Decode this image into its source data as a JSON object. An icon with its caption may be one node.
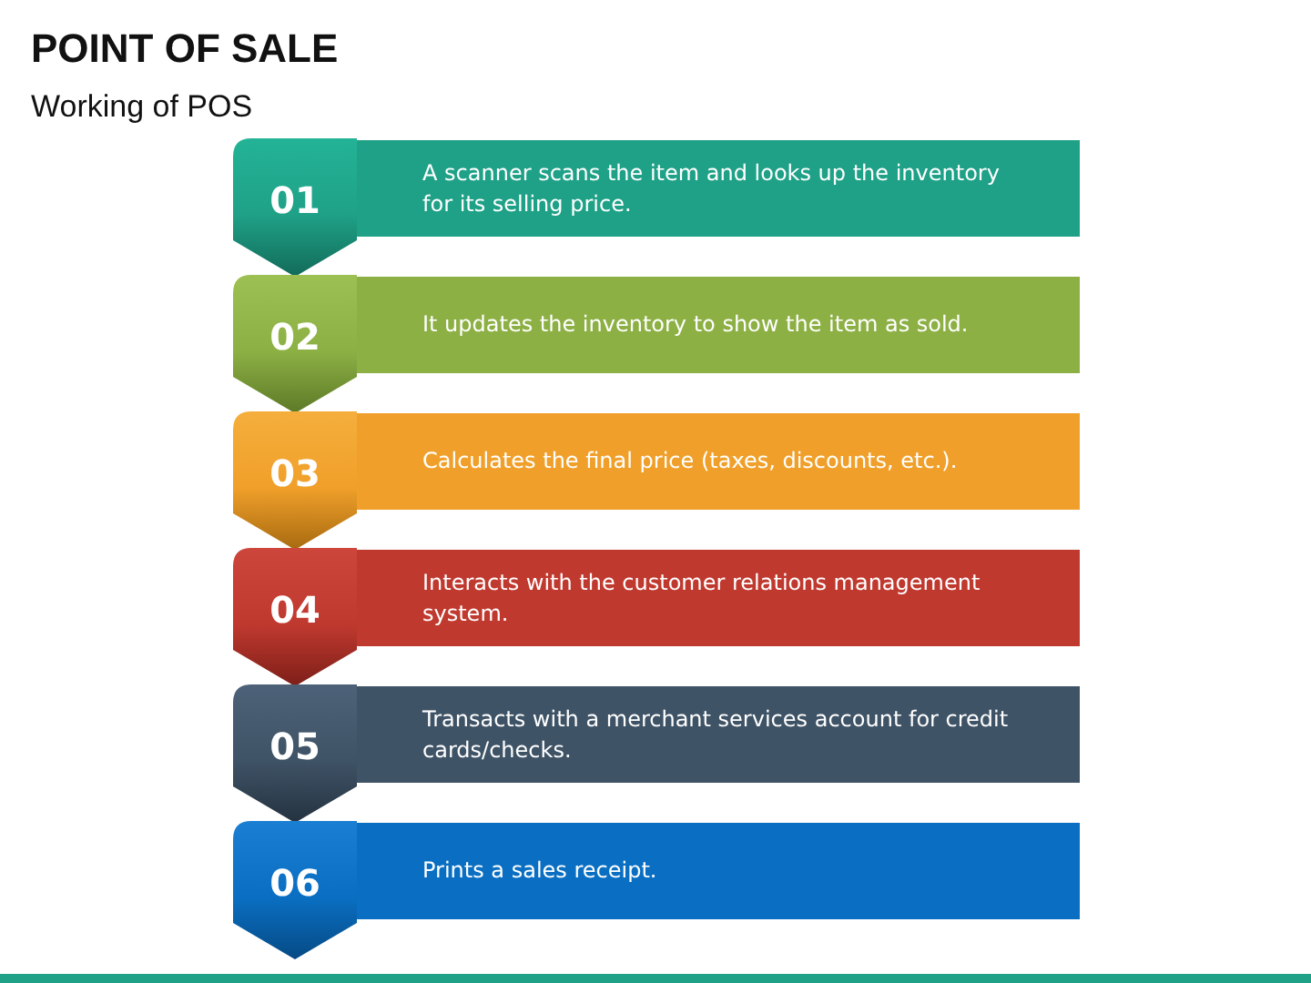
{
  "diagram": {
    "title": "POINT OF SALE",
    "nodes": [
      {
        "text": [
          "01"
        ]
      },
      {
        "text": [
          "A scanner scans the item and looks up the inventory for its selling price."
        ]
      },
      {
        "text": [
          "02"
        ]
      },
      {
        "text": [
          "It updates the inventory to show the item as sold."
        ]
      },
      {
        "text": [
          "03"
        ]
      },
      {
        "text": [
          "Calculates the final price (taxes, discounts, etc.)."
        ]
      },
      {
        "text": [
          "04"
        ]
      },
      {
        "text": [
          "Interacts with the customer relations management system."
        ]
      },
      {
        "text": [
          "05"
        ]
      },
      {
        "text": [
          "Transacts with a merchant services account for credit cards/checks."
        ]
      },
      {
        "text": [
          "06"
        ]
      },
      {
        "text": [
          "Prints a sales receipt."
        ]
      }
    ],
    "labels": [
      "Working of POS"
    ]
  }
}
